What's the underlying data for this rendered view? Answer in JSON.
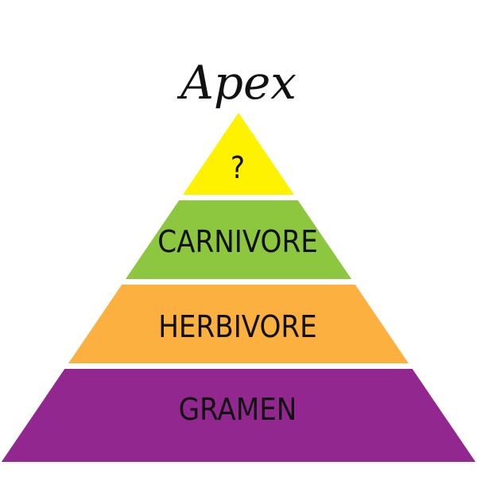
{
  "title": "Apex",
  "tiers": [
    {
      "label": "?",
      "color": "#FFF200"
    },
    {
      "label": "CARNIVORE",
      "color": "#8DC63F"
    },
    {
      "label": "HERBIVORE",
      "color": "#FBB040"
    },
    {
      "label": "GRAMEN",
      "color": "#92278F"
    }
  ],
  "outline_color": "#FFFFFF"
}
